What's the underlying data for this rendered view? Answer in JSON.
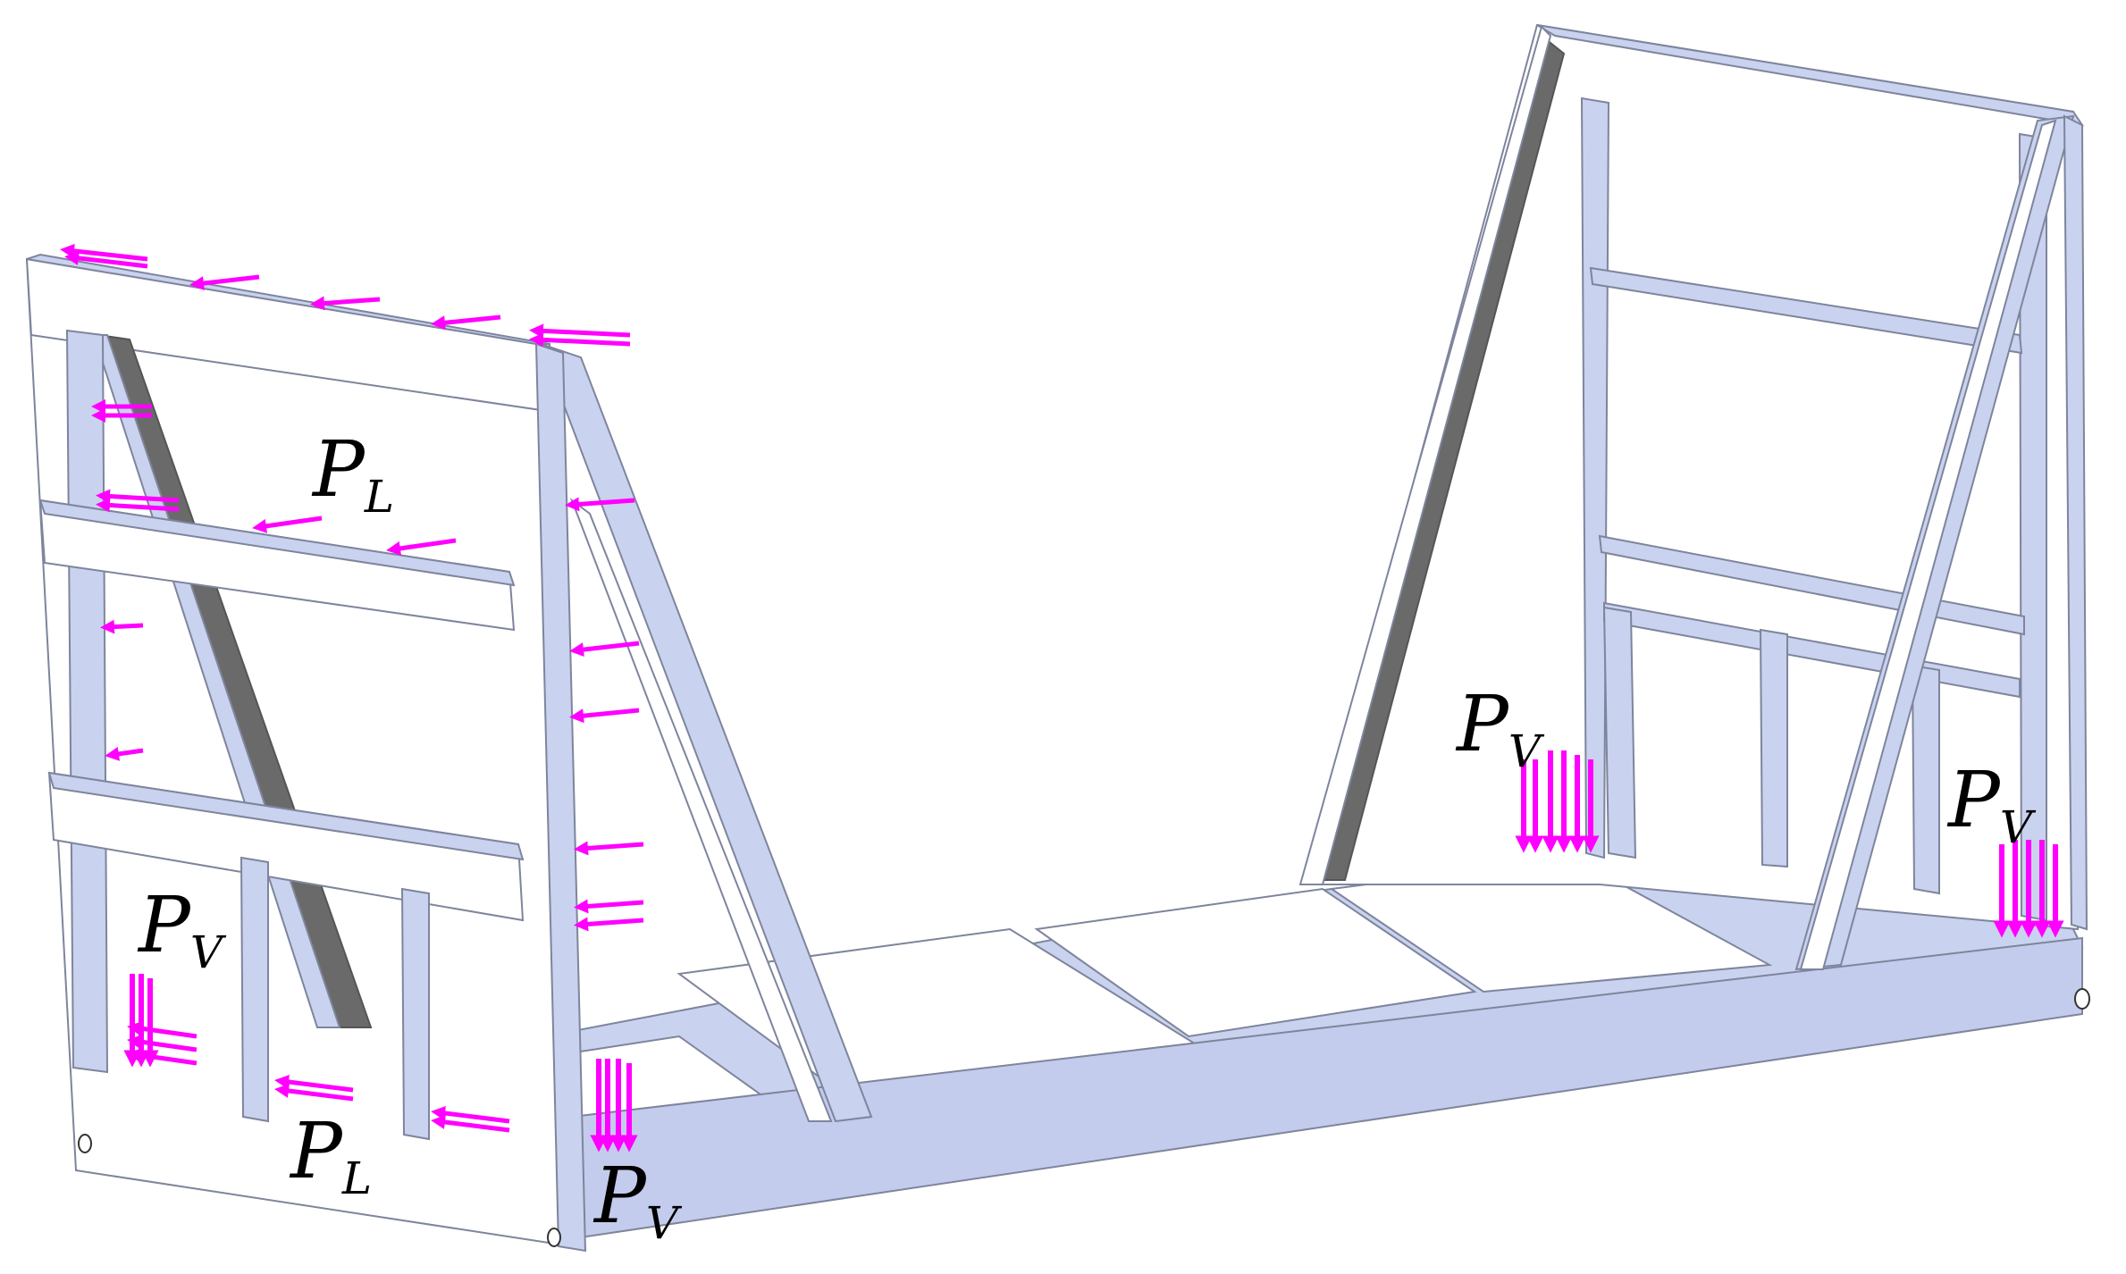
{
  "figure": {
    "colors": {
      "steel_face": "#c9d2ee",
      "steel_light": "#ffffff",
      "edge": "#7e859c",
      "shadow": "#6a6a6a",
      "load_arrow": "#ff00ff"
    }
  },
  "labels": [
    {
      "main": "P",
      "sub": "L"
    },
    {
      "main": "P",
      "sub": "V"
    },
    {
      "main": "P",
      "sub": "L"
    },
    {
      "main": "P",
      "sub": "V"
    },
    {
      "main": "P",
      "sub": "V"
    },
    {
      "main": "P",
      "sub": "V"
    }
  ],
  "icons": {
    "load_arrow": "arrow-icon"
  }
}
